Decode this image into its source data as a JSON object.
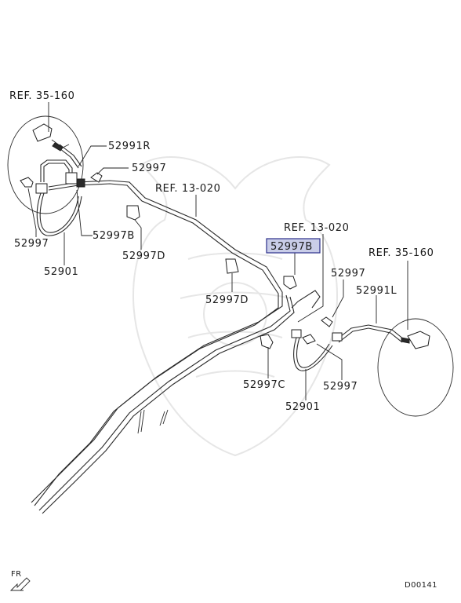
{
  "labels": {
    "ref_35_160_left": "REF. 35-160",
    "part_52991R": "52991R",
    "part_52997_upper_left": "52997",
    "ref_13_020_upper": "REF. 13-020",
    "part_52997_left": "52997",
    "part_52997B_left": "52997B",
    "part_52997D_left": "52997D",
    "part_52901_left": "52901",
    "ref_13_020_right": "REF. 13-020",
    "part_52997B_highlighted": "52997B",
    "ref_35_160_right": "REF. 35-160",
    "part_52997_right_upper": "52997",
    "part_52991L": "52991L",
    "part_52997D_center": "52997D",
    "part_52997C": "52997C",
    "part_52997_right_lower": "52997",
    "part_52901_right": "52901",
    "front_indicator": "FR",
    "diagram_code": "D00141"
  },
  "colors": {
    "highlight_fill": "#c9cde8",
    "highlight_stroke": "#2b2e8a",
    "line": "#2a2a2a",
    "watermark": "#e6e6e6"
  }
}
